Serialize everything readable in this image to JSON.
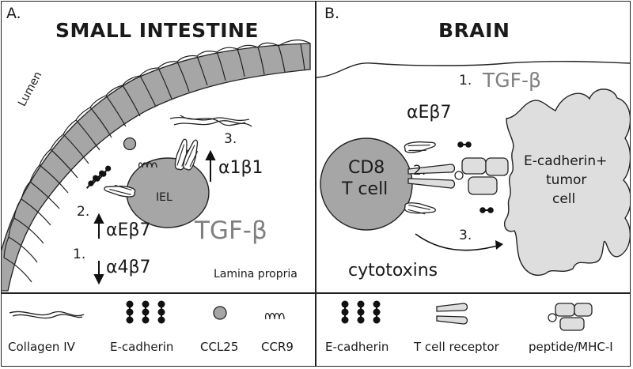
{
  "panel_a": {
    "letter": "A.",
    "title": "SMALL INTESTINE",
    "lumen": "Lumen",
    "iel": "IEL",
    "tgf": "TGF-β",
    "lamina": "Lamina propria",
    "n1": "1.",
    "n2": "2.",
    "n3": "3.",
    "a1b1": "α1β1",
    "aeb7": "αEβ7",
    "a4b7": "α4β7"
  },
  "panel_b": {
    "letter": "B.",
    "title": "BRAIN",
    "n1": "1.",
    "tgf": "TGF-β",
    "aeb7": "αEβ7",
    "cd8_line1": "CD8",
    "cd8_line2": "T cell",
    "n2": "2.",
    "tumor_line1": "E-cadherin+",
    "tumor_line2": "tumor",
    "tumor_line3": "cell",
    "n3": "3.",
    "cytotoxins": "cytotoxins"
  },
  "legend_a": [
    "Collagen IV",
    "E-cadherin",
    "CCL25",
    "CCR9"
  ],
  "legend_b": [
    "E-cadherin",
    "T cell receptor",
    "peptide/MHC-I"
  ],
  "colors": {
    "cell_fill": "#a6a6a6",
    "tumor_fill": "#dedede",
    "outline": "#222222",
    "tgf_text": "#808080"
  }
}
